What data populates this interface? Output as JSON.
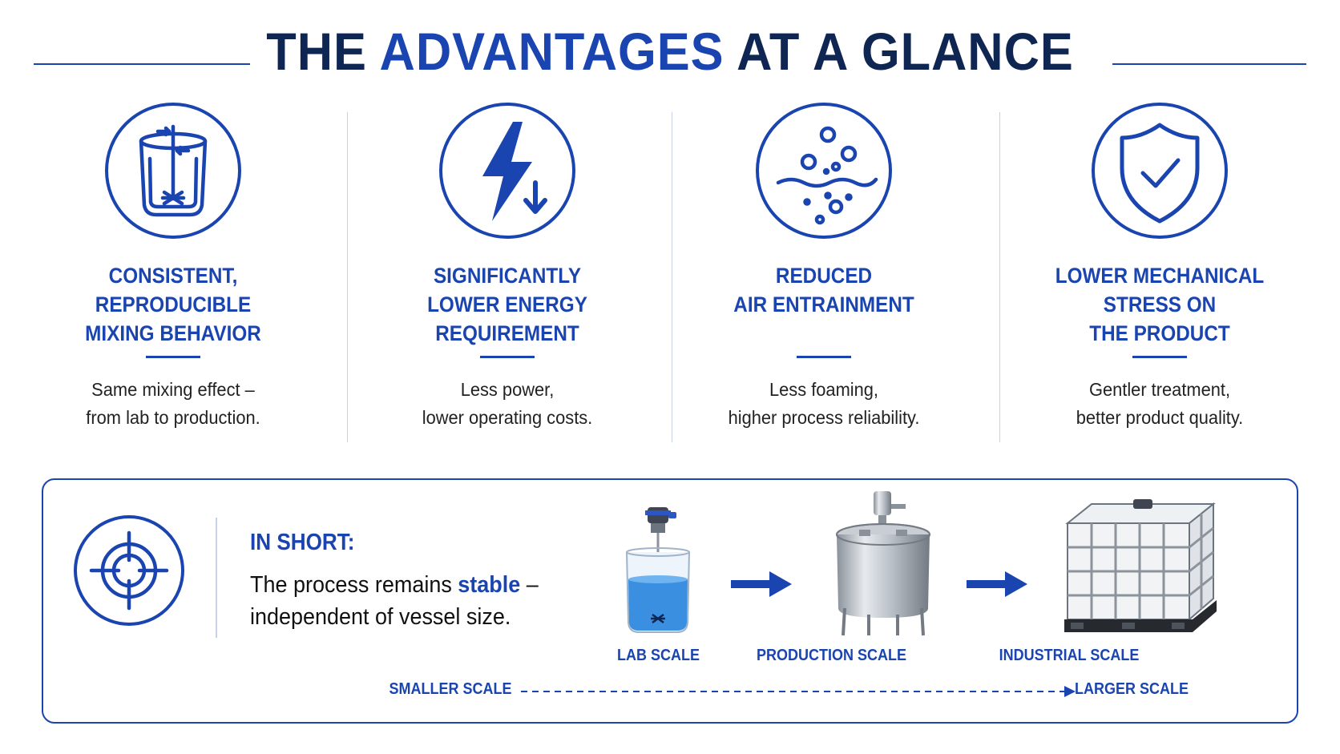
{
  "title": {
    "part1": "THE",
    "accent": "ADVANTAGES",
    "part2": "AT A GLANCE"
  },
  "advantages": [
    {
      "icon": "mixing-vessel-icon",
      "heading": [
        "CONSISTENT,",
        "REPRODUCIBLE",
        "MIXING BEHAVIOR"
      ],
      "description": [
        "Same mixing effect –",
        "from lab to production."
      ]
    },
    {
      "icon": "lightning-down-icon",
      "heading": [
        "SIGNIFICANTLY",
        "LOWER ENERGY",
        "REQUIREMENT"
      ],
      "description": [
        "Less power,",
        "lower operating costs."
      ]
    },
    {
      "icon": "bubbles-icon",
      "heading": [
        "REDUCED",
        "AIR ENTRAINMENT"
      ],
      "description": [
        "Less foaming,",
        "higher process reliability."
      ]
    },
    {
      "icon": "shield-check-icon",
      "heading": [
        "LOWER MECHANICAL",
        "STRESS ON",
        "THE PRODUCT"
      ],
      "description": [
        "Gentler treatment,",
        "better product quality."
      ]
    }
  ],
  "summary": {
    "icon": "target-icon",
    "label": "IN SHORT:",
    "line1_before": "The process remains ",
    "line1_highlight": "stable",
    "line1_after": " –",
    "line2": "independent of vessel size.",
    "scales": [
      {
        "label": "LAB SCALE",
        "icon": "beaker-mixer-icon"
      },
      {
        "label": "PRODUCTION SCALE",
        "icon": "steel-tank-icon"
      },
      {
        "label": "INDUSTRIAL SCALE",
        "icon": "ibc-container-icon"
      }
    ],
    "axis": {
      "start": "SMALLER SCALE",
      "end": "LARGER SCALE"
    }
  },
  "colors": {
    "accent": "#1a44b0",
    "title_dark": "#0f2552",
    "body_text": "#222222",
    "divider": "#c7d1e6"
  }
}
